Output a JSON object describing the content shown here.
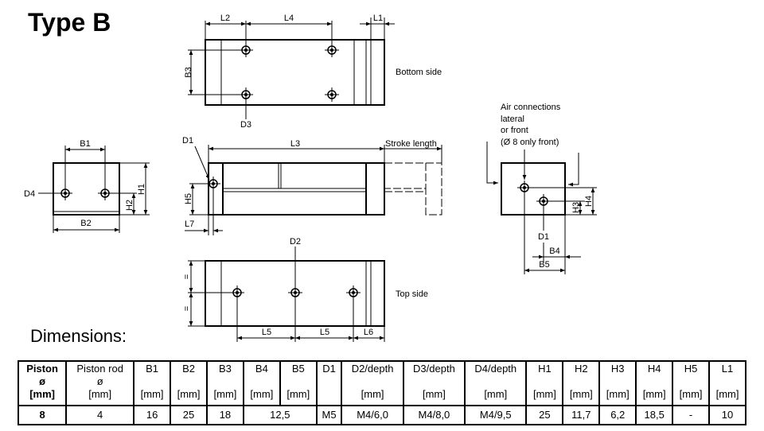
{
  "title": "Type B",
  "section_heading": "Dimensions:",
  "labels": {
    "bottom_side": "Bottom side",
    "top_side": "Top side",
    "stroke_length": "Stroke length",
    "air_connections": [
      "Air connections",
      "lateral",
      "or front",
      "(Ø 8 only front)"
    ],
    "L1": "L1",
    "L2": "L2",
    "L3": "L3",
    "L4": "L4",
    "L5": "L5",
    "L6": "L6",
    "L7": "L7",
    "B1": "B1",
    "B2": "B2",
    "B3": "B3",
    "B4": "B4",
    "B5": "B5",
    "D1": "D1",
    "D2": "D2",
    "D3": "D3",
    "D4": "D4",
    "H1": "H1",
    "H2": "H2",
    "H3": "H3",
    "H4": "H4",
    "H5": "H5",
    "equal": "="
  },
  "table": {
    "headers": [
      [
        "Piston",
        "ø",
        "[mm]"
      ],
      [
        "Piston rod",
        "ø",
        "[mm]"
      ],
      [
        "B1",
        "",
        "[mm]"
      ],
      [
        "B2",
        "",
        "[mm]"
      ],
      [
        "B3",
        "",
        "[mm]"
      ],
      [
        "B4",
        "",
        "[mm]"
      ],
      [
        "B5",
        "",
        "[mm]"
      ],
      [
        "D1",
        "",
        ""
      ],
      [
        "D2/depth",
        "",
        "[mm]"
      ],
      [
        "D3/depth",
        "",
        "[mm]"
      ],
      [
        "D4/depth",
        "",
        "[mm]"
      ],
      [
        "H1",
        "",
        "[mm]"
      ],
      [
        "H2",
        "",
        "[mm]"
      ],
      [
        "H3",
        "",
        "[mm]"
      ],
      [
        "H4",
        "",
        "[mm]"
      ],
      [
        "H5",
        "",
        "[mm]"
      ],
      [
        "L1",
        "",
        "[mm]"
      ]
    ],
    "row": [
      "8",
      "4",
      "16",
      "25",
      "18",
      "12,5",
      "M5",
      "M4/6,0",
      "M4/8,0",
      "M4/9,5",
      "25",
      "11,7",
      "6,2",
      "18,5",
      "-",
      "10"
    ]
  }
}
